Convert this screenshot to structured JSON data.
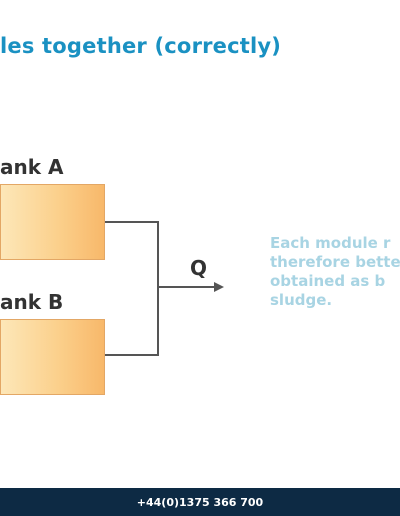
{
  "slide": {
    "title": "les together (correctly)",
    "body_lines": [
      "Each module r",
      "therefore bette",
      "obtained as b",
      "sludge."
    ],
    "footer_phone": "+44(0)1375 366 700"
  },
  "diagram": {
    "tank_a_label": "ank A",
    "tank_b_label": "ank B",
    "output_label": "Q"
  },
  "colors": {
    "title": "#1a91c2",
    "body_text": "#a8d4e3",
    "tank_fill": "#fbd08c",
    "footer_bg": "#0d2a44",
    "connector": "#555555"
  }
}
